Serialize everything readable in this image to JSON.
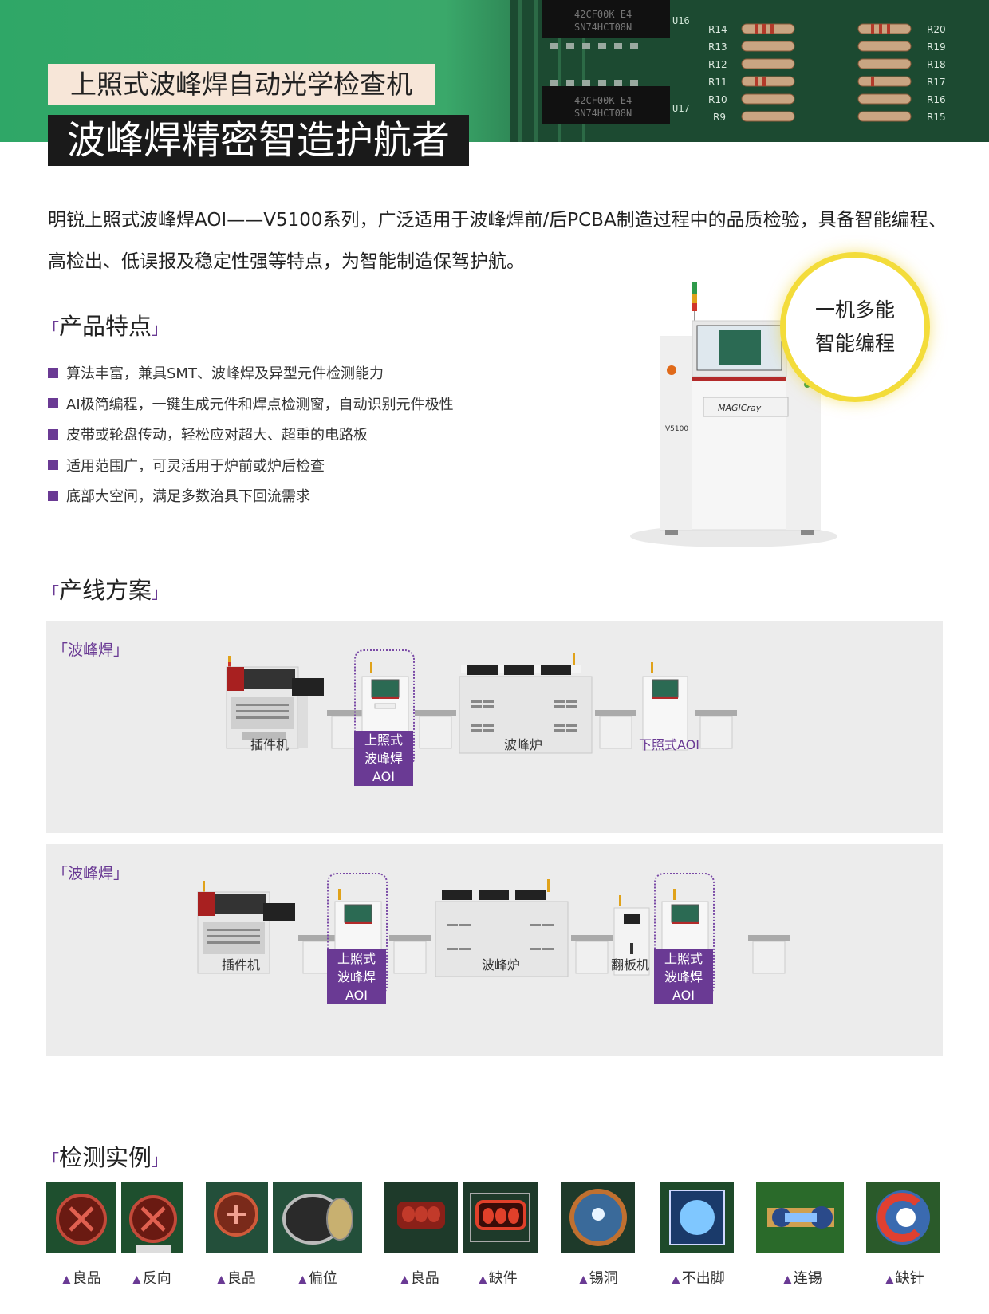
{
  "header": {
    "kicker": "上照式波峰焊自动光学检查机",
    "headline": "波峰焊精密智造护航者",
    "pcb_labels_left": [
      "R14",
      "R13",
      "R12",
      "R11",
      "R10",
      "R9"
    ],
    "pcb_labels_right": [
      "R20",
      "R19",
      "R18",
      "R17",
      "R16",
      "R15"
    ],
    "chip_texts": [
      "42CF00K E4",
      "SN74HCT08N",
      "42CF00K E4",
      "SN74HCT08N"
    ],
    "chip_ids": [
      "U16",
      "U17"
    ]
  },
  "intro": "明锐上照式波峰焊AOI——V5100系列，广泛适用于波峰焊前/后PCBA制造过程中的品质检验，具备智能编程、高检出、低误报及稳定性强等特点，为智能制造保驾护航。",
  "features": {
    "title": "产品特点",
    "items": [
      "算法丰富，兼具SMT、波峰焊及异型元件检测能力",
      "AI极简编程，一键生成元件和焊点检测窗，自动识别元件极性",
      "皮带或轮盘传动，轻松应对超大、超重的电路板",
      "适用范围广，可灵活用于炉前或炉后检查",
      "底部大空间，满足多数治具下回流需求"
    ]
  },
  "machine": {
    "brand": "MAGICray",
    "model": "V5100"
  },
  "badge": {
    "line1": "一机多能",
    "line2": "智能编程"
  },
  "lines": {
    "title": "产线方案",
    "panel1": {
      "title": "「波峰焊」",
      "labels": [
        "插件机",
        "波峰炉",
        "下照式AOI"
      ],
      "aoi_tag": [
        "上照式",
        "波峰焊AOI"
      ]
    },
    "panel2": {
      "title": "「波峰焊」",
      "labels": [
        "插件机",
        "波峰炉",
        "翻板机"
      ],
      "aoi_tag": [
        "上照式",
        "波峰焊AOI"
      ]
    }
  },
  "examples": {
    "title": "检测实例",
    "labels": [
      "良品",
      "反向",
      "良品",
      "偏位",
      "良品",
      "缺件",
      "锡洞",
      "不出脚",
      "连锡",
      "缺针"
    ],
    "colors": {
      "accent": "#6a3a94",
      "badge_ring": "#f3dc3a"
    }
  }
}
